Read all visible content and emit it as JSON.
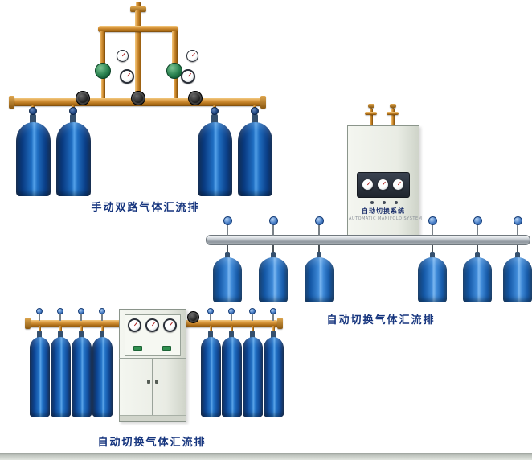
{
  "page": {
    "background_color": "#ffffff",
    "caption_color": "#16357e"
  },
  "products": [
    {
      "name": "manual-dual-gas-manifold",
      "caption": "手动双路气体汇流排",
      "cylinder_count": 4
    },
    {
      "name": "auto-switch-gas-manifold-wall-cabinet",
      "caption": "自动切换气体汇流排",
      "cylinder_count": 6,
      "cabinet_label": "自动切换系统",
      "cabinet_sublabel": "AUTOMATIC MANIFOLD SYSTEM"
    },
    {
      "name": "auto-switch-gas-manifold-floor-cabinet",
      "caption": "自动切换气体汇流排",
      "cylinder_count": 8
    }
  ],
  "colors": {
    "cylinder_blue": "#1f6ec2",
    "brass_pipe": "#c07818",
    "silver_pipe": "#b9c0c8",
    "cabinet_body": "#edf0e9",
    "valve_black": "#111111",
    "valve_knob_blue": "#4a80c8",
    "regulator_green": "#2e8653"
  }
}
